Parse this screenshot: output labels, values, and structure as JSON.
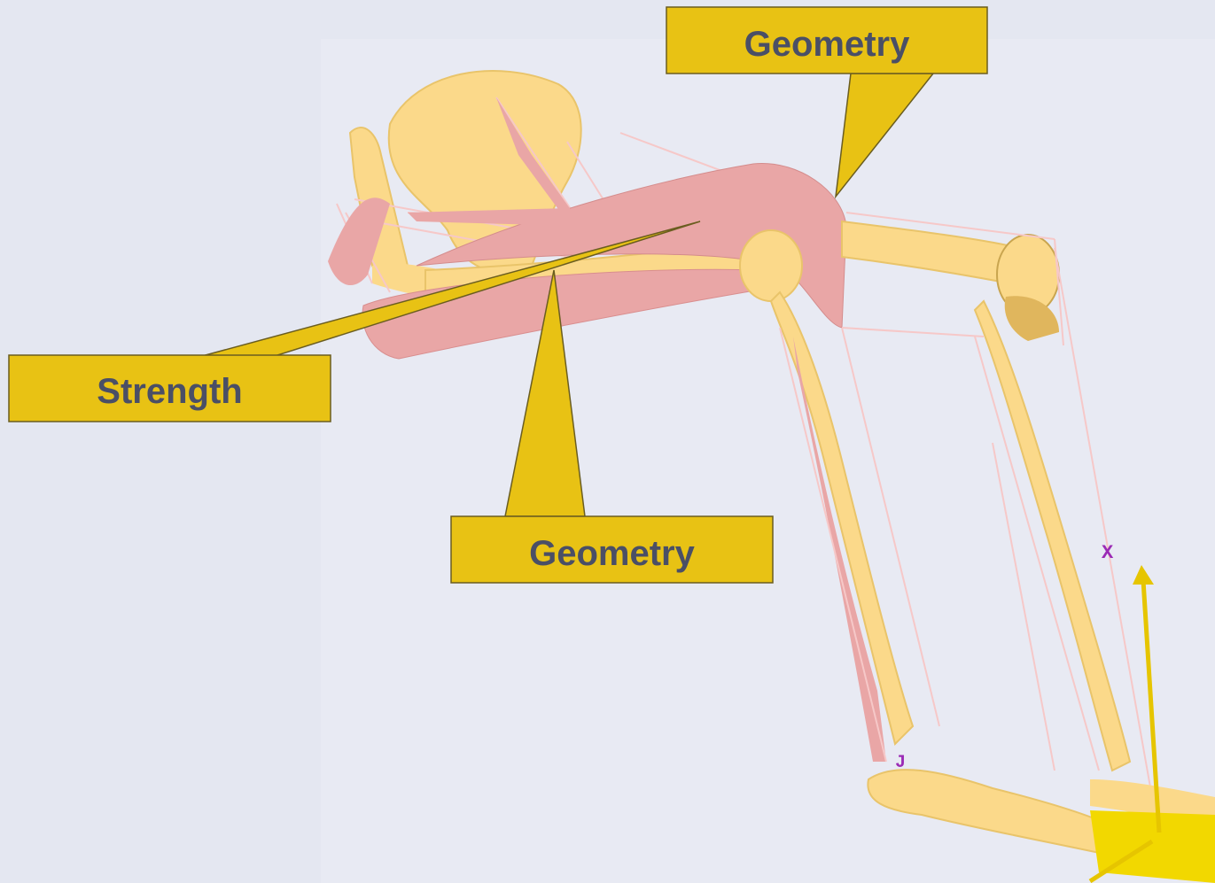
{
  "callouts": {
    "top": "Geometry",
    "left": "Strength",
    "middle": "Geometry"
  },
  "axes": {
    "x_label": "X",
    "y_label": "J"
  },
  "colors": {
    "background": "#e4e7f1",
    "bone": "#fbd98a",
    "muscle": "#e9a6a6",
    "callout_fill": "#e8c214",
    "callout_text": "#4a4f66",
    "axis_arrow": "#e6c500"
  }
}
